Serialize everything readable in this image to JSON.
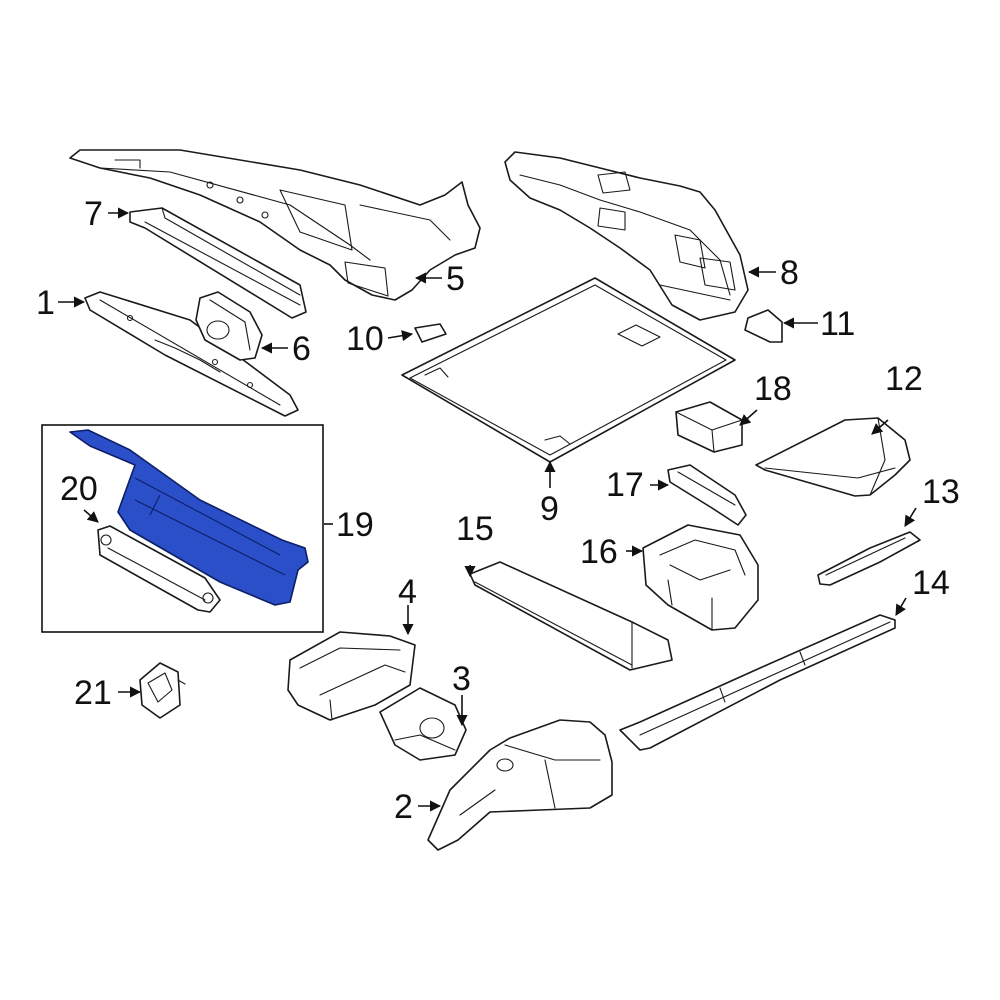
{
  "diagram": {
    "highlight_color": "#2a4fc8",
    "callouts": [
      "1",
      "2",
      "3",
      "4",
      "5",
      "6",
      "7",
      "8",
      "9",
      "10",
      "11",
      "12",
      "13",
      "14",
      "15",
      "16",
      "17",
      "18",
      "19",
      "20",
      "21"
    ]
  }
}
